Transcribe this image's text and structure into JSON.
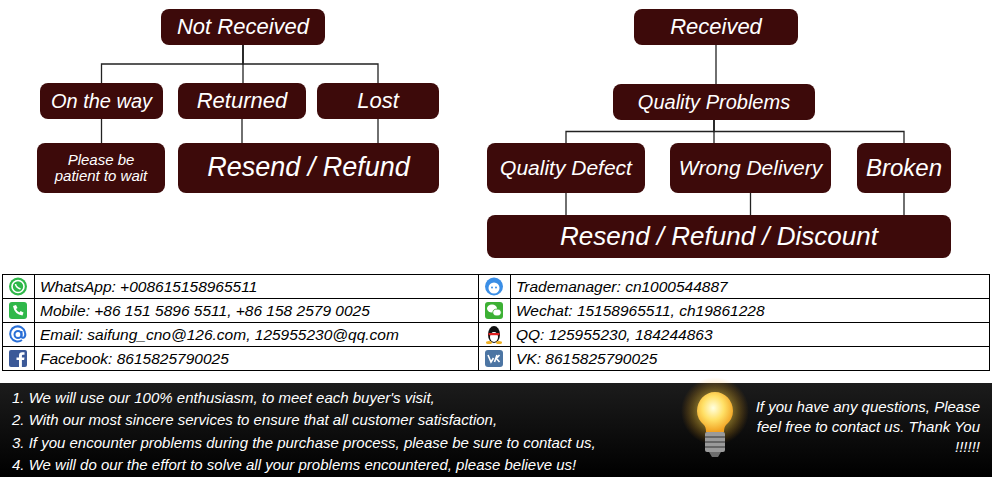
{
  "diagram": {
    "nodes": [
      {
        "text": [
          "Not Received"
        ]
      },
      {
        "text": [
          "Received"
        ]
      },
      {
        "text": [
          "On the way"
        ]
      },
      {
        "text": [
          "Returned"
        ]
      },
      {
        "text": [
          "Lost"
        ]
      },
      {
        "text": [
          "Quality Problems"
        ]
      },
      {
        "text": [
          "Please be patient to wait"
        ]
      },
      {
        "text": [
          "Resend / Refund"
        ]
      },
      {
        "text": [
          "Quality Defect"
        ]
      },
      {
        "text": [
          "Wrong Delivery"
        ]
      },
      {
        "text": [
          "Broken"
        ]
      },
      {
        "text": [
          "Resend / Refund / Discount"
        ]
      },
      {
        "text": [
          "1. We will use our 100% enthusiasm, to meet each buyer's visit,",
          "2. With our most sincere services to ensure that all customer satisfaction,",
          "3. If you encounter problems during the purchase process, please be sure to contact us,",
          "4. We will do our the effort to solve all your problems encountered, please believe us!",
          "If you have any questions, Please feel free to contact us. Thank You !!!!!!"
        ]
      }
    ],
    "edges": [
      {
        "from": 0,
        "to": 2,
        "arrow": "none"
      },
      {
        "from": 0,
        "to": 3,
        "arrow": "none"
      },
      {
        "from": 0,
        "to": 4,
        "arrow": "none"
      },
      {
        "from": 2,
        "to": 6,
        "arrow": "none"
      },
      {
        "from": 3,
        "to": 7,
        "arrow": "none"
      },
      {
        "from": 4,
        "to": 7,
        "arrow": "none"
      },
      {
        "from": 1,
        "to": 5,
        "arrow": "none"
      },
      {
        "from": 5,
        "to": 8,
        "arrow": "none"
      },
      {
        "from": 5,
        "to": 9,
        "arrow": "none"
      },
      {
        "from": 5,
        "to": 10,
        "arrow": "none"
      },
      {
        "from": 8,
        "to": 11,
        "arrow": "none"
      },
      {
        "from": 9,
        "to": 11,
        "arrow": "none"
      },
      {
        "from": 10,
        "to": 11,
        "arrow": "none"
      }
    ],
    "labels": [
      "WhatsApp: +008615158965511",
      "Trademanager: cn1000544887",
      "Mobile: +86 151 5896 5511, +86 158 2579 0025",
      "Wechat: 15158965511, ch19861228",
      "Email: saifung_cno@126.com, 125955230@qq.com",
      "QQ: 125955230, 184244863",
      "Facebook: 8615825790025",
      "VK: 8615825790025"
    ]
  }
}
